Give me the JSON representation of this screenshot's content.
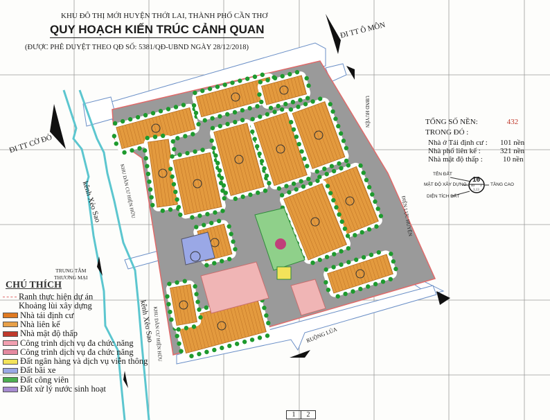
{
  "header": {
    "subtitle": "KHU ĐÔ THỊ MỚI HUYỆN THỚI LAI,  THÀNH PHỐ CẦN THƠ",
    "title": "QUY HOẠCH KIẾN TRÚC CẢNH QUAN",
    "approval": "(ĐƯỢC PHÊ DUYỆT THEO QĐ SỐ: 5381/QĐ-UBND NGÀY 28/12/2018)"
  },
  "map_labels": {
    "to_o_mon": "ĐI TT Ô MÔN",
    "to_co_do": "ĐI TT CỜ ĐỎ",
    "canal_1": "kênh Xẻo Sao",
    "canal_2": "kênh Xẻo Sao",
    "residential_1": "KHU DÂN CƯ HIỆN HỮU",
    "residential_2": "KHU DÂN CƯ HIỆN HỮU",
    "commercial": "TRUNG TÂM\nTHƯƠNG MẠI",
    "commercial_line1": "TRUNG TÂM",
    "commercial_line2": "THƯƠNG MẠI",
    "ubnd": "UBND HUYỆN",
    "power": "ĐIỆN LỰC HUYỆN",
    "ruong_lua": "RUỘNG LÚA"
  },
  "stats": {
    "total_label": "TỔNG SỐ NỀN:",
    "total_value": "432",
    "of_which": "TRONG ĐÓ :",
    "rows": [
      {
        "label": "Nhà ở Tái định cư :",
        "value": "101 nền"
      },
      {
        "label": "Nhà phố liên kế :",
        "value": "321 nền"
      },
      {
        "label": "Nhà mật độ thấp :",
        "value": "10 nền"
      }
    ]
  },
  "lot_key": {
    "name_label": "TÊN ĐẤT",
    "density_label": "MẬT ĐỘ XÂY DỰNG",
    "floors_label": "TẦNG CAO",
    "area_label": "DIỆN TÍCH ĐẤT",
    "lot_number": "16",
    "density_value": "40",
    "floors_value": "3",
    "area_value": "3,13"
  },
  "legend": {
    "title": "CHÚ THÍCH",
    "items": [
      {
        "label": "Ranh thực hiện dự án",
        "color": "#e06a6a",
        "style": "dash"
      },
      {
        "label": "Khoảng lùi xây dựng",
        "color": "",
        "style": "none"
      },
      {
        "label": "Nhà tái định cư",
        "color": "#e07a22",
        "style": "fill"
      },
      {
        "label": "Nhà liên kế",
        "color": "#e8a048",
        "style": "fill"
      },
      {
        "label": "Nhà mật độ thấp",
        "color": "#c0392b",
        "style": "fill"
      },
      {
        "label": "Công trình dịch vụ đa chức năng",
        "color": "#f2a0b0",
        "style": "fill"
      },
      {
        "label": "Công trình dịch vụ đa chức năng",
        "color": "#e58aa0",
        "style": "fill"
      },
      {
        "label": "Đất ngân hàng và dịch vụ viễn thông",
        "color": "#f3e35a",
        "style": "fill"
      },
      {
        "label": "Đất bãi xe",
        "color": "#9aa8e6",
        "style": "fill"
      },
      {
        "label": "Đất công viên",
        "color": "#4caf50",
        "style": "fill"
      },
      {
        "label": "Đất xử lý nước sinh hoạt",
        "color": "#a78bd0",
        "style": "fill"
      }
    ]
  },
  "sheet_index": [
    "1",
    "2"
  ],
  "colors": {
    "canal": "#5cc6cf",
    "road": "#8c8c8c",
    "lot": "#e39a3e",
    "tree": "#1e9a2e",
    "boundary": "#e06a6a",
    "grid": "#9a9a9a"
  }
}
